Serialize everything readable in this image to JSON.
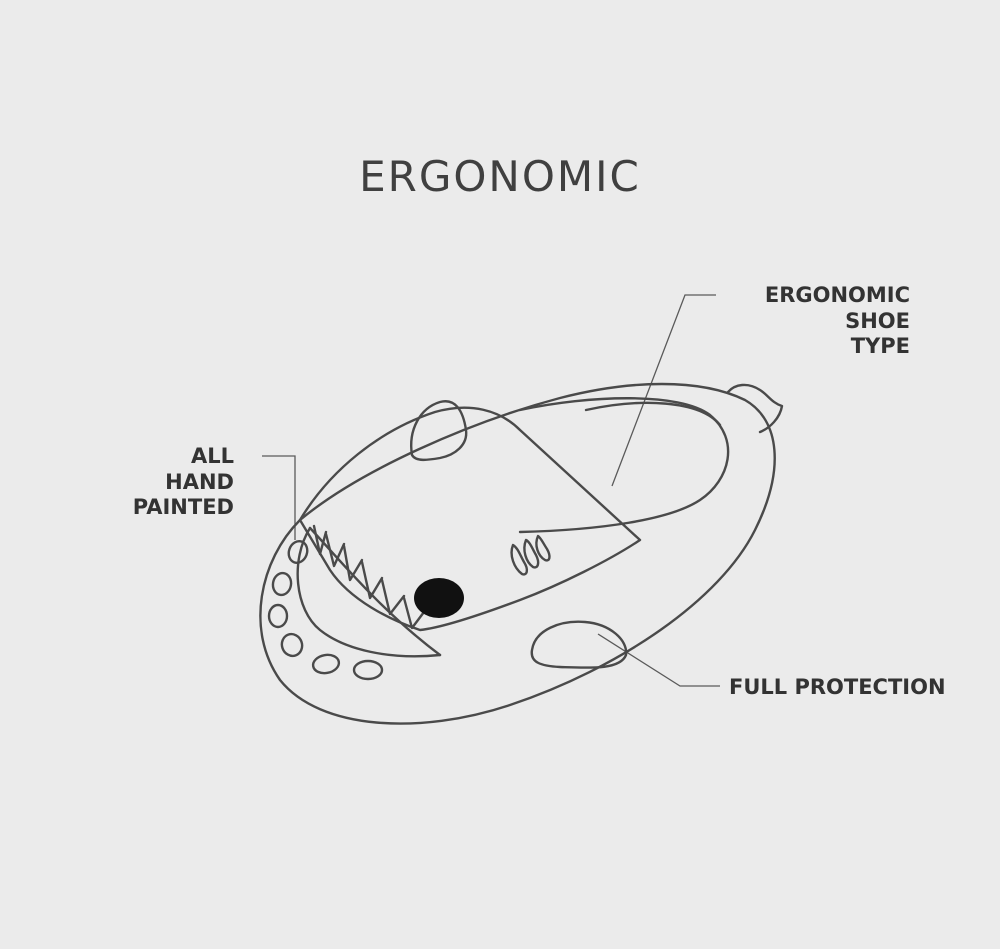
{
  "title": "ERGONOMIC",
  "callouts": {
    "shoe_type": [
      "ERGONOMIC",
      "SHOE",
      "TYPE"
    ],
    "hand_painted": [
      "ALL",
      "HAND",
      "PAINTED"
    ],
    "protection": "FULL PROTECTION"
  },
  "illustration": {
    "subject": "shark slide slipper line drawing",
    "icon": "shark-slipper-icon"
  },
  "colors": {
    "background": "#ebebeb",
    "line": "#4a4a4a",
    "text": "#333333"
  }
}
